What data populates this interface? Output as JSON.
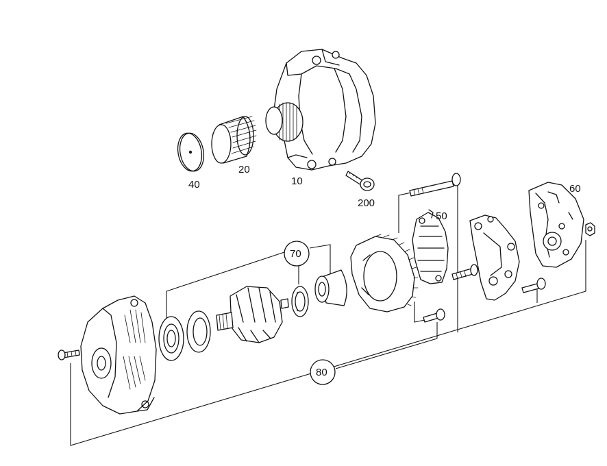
{
  "callouts": {
    "c10": "10",
    "c20": "20",
    "c40": "40",
    "c50": "50",
    "c60": "60",
    "c70": "70",
    "c80": "80",
    "c200": "200"
  }
}
